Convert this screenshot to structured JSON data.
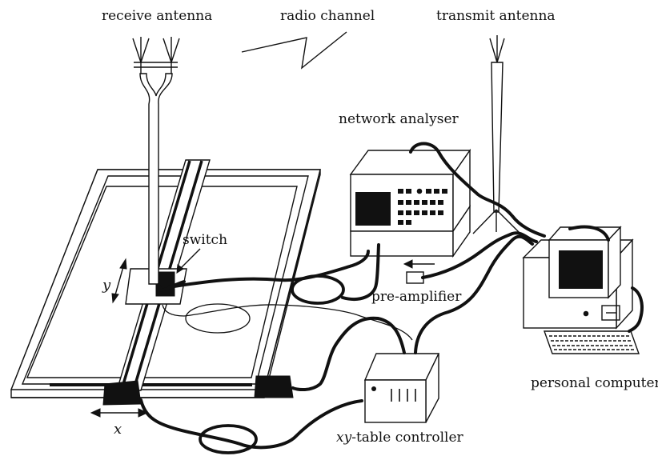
{
  "labels": {
    "receive_antenna": "receive antenna",
    "radio_channel": "radio channel",
    "transmit_antenna": "transmit antenna",
    "network_analyser": "network analyser",
    "switch": "switch",
    "pre_amplifier": "pre-amplifier",
    "personal_computer": "personal computer",
    "xy_table_controller_prefix": "xy",
    "xy_table_controller_suffix": "-table controller",
    "axis_x": "x",
    "axis_y": "y"
  },
  "colors": {
    "ink": "#111111",
    "background": "#ffffff"
  }
}
